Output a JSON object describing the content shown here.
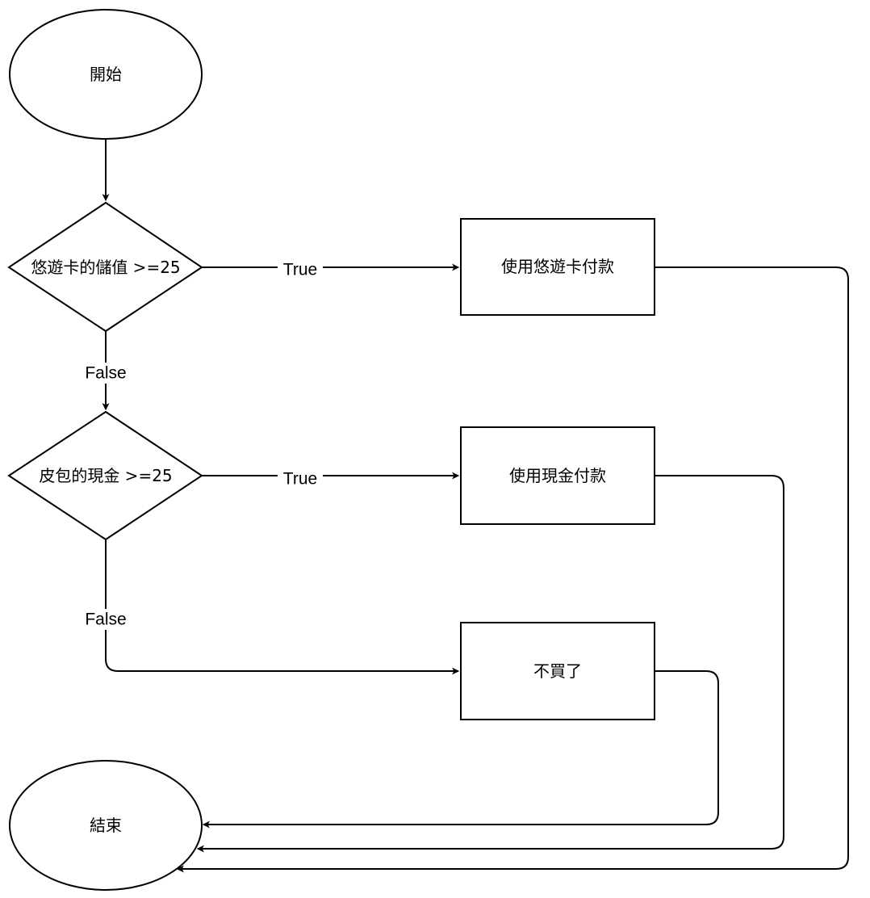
{
  "diagram": {
    "type": "flowchart",
    "nodes": {
      "start": {
        "label": "開始",
        "shape": "ellipse"
      },
      "decision_card": {
        "label": "悠遊卡的儲值 >=25",
        "shape": "diamond"
      },
      "pay_card": {
        "label": "使用悠遊卡付款",
        "shape": "rectangle"
      },
      "decision_cash": {
        "label": "皮包的現金 >=25",
        "shape": "diamond"
      },
      "pay_cash": {
        "label": "使用現金付款",
        "shape": "rectangle"
      },
      "no_buy": {
        "label": "不買了",
        "shape": "rectangle"
      },
      "end": {
        "label": "結束",
        "shape": "ellipse"
      }
    },
    "edges": {
      "start_to_card": {
        "from": "start",
        "to": "decision_card",
        "label": ""
      },
      "card_true": {
        "from": "decision_card",
        "to": "pay_card",
        "label": "True"
      },
      "card_false": {
        "from": "decision_card",
        "to": "decision_cash",
        "label": "False"
      },
      "cash_true": {
        "from": "decision_cash",
        "to": "pay_cash",
        "label": "True"
      },
      "cash_false": {
        "from": "decision_cash",
        "to": "no_buy",
        "label": "False"
      },
      "pay_card_to_end": {
        "from": "pay_card",
        "to": "end",
        "label": ""
      },
      "pay_cash_to_end": {
        "from": "pay_cash",
        "to": "end",
        "label": ""
      },
      "no_buy_to_end": {
        "from": "no_buy",
        "to": "end",
        "label": ""
      }
    },
    "colors": {
      "stroke": "#000000",
      "fill": "#ffffff",
      "background": "#ffffff"
    }
  }
}
